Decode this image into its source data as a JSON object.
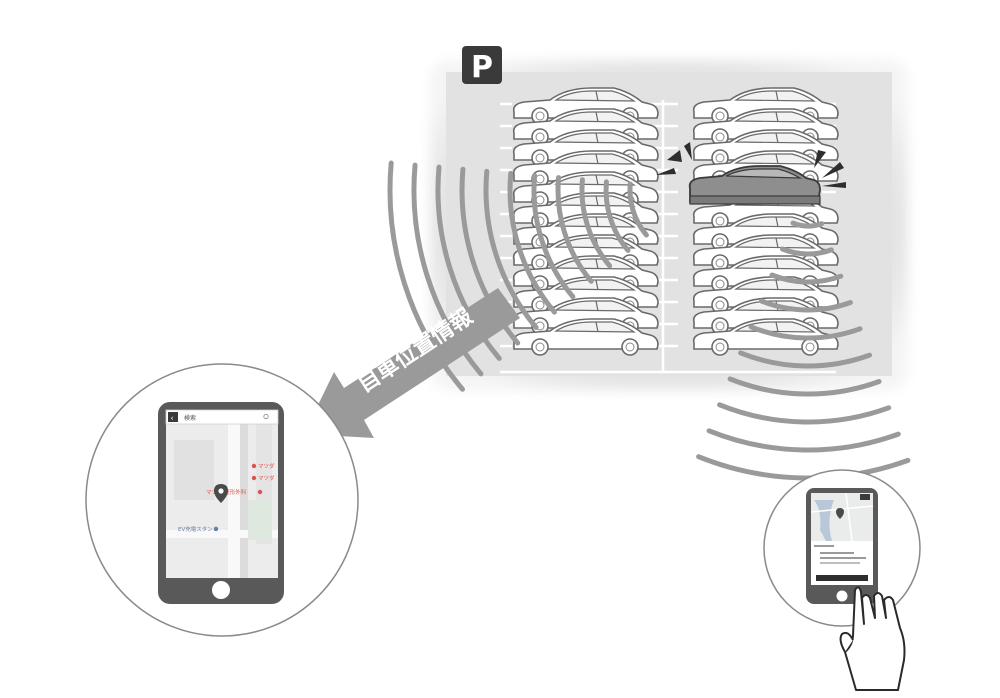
{
  "parking": {
    "sign_text": "P"
  },
  "arrow": {
    "label": "自車位置情報"
  },
  "phone_left": {
    "search_text": "検索",
    "map_labels": [
      "マツダ",
      "マツダ",
      "マツダ 整形外科",
      "EV充電スタンド"
    ]
  },
  "colors": {
    "lot_background": "#e2e2e2",
    "phone_body": "#595959",
    "arrow": "#9a9a9a",
    "highlight_car": "#8e8e8e",
    "map_pin": "#d9534f"
  }
}
